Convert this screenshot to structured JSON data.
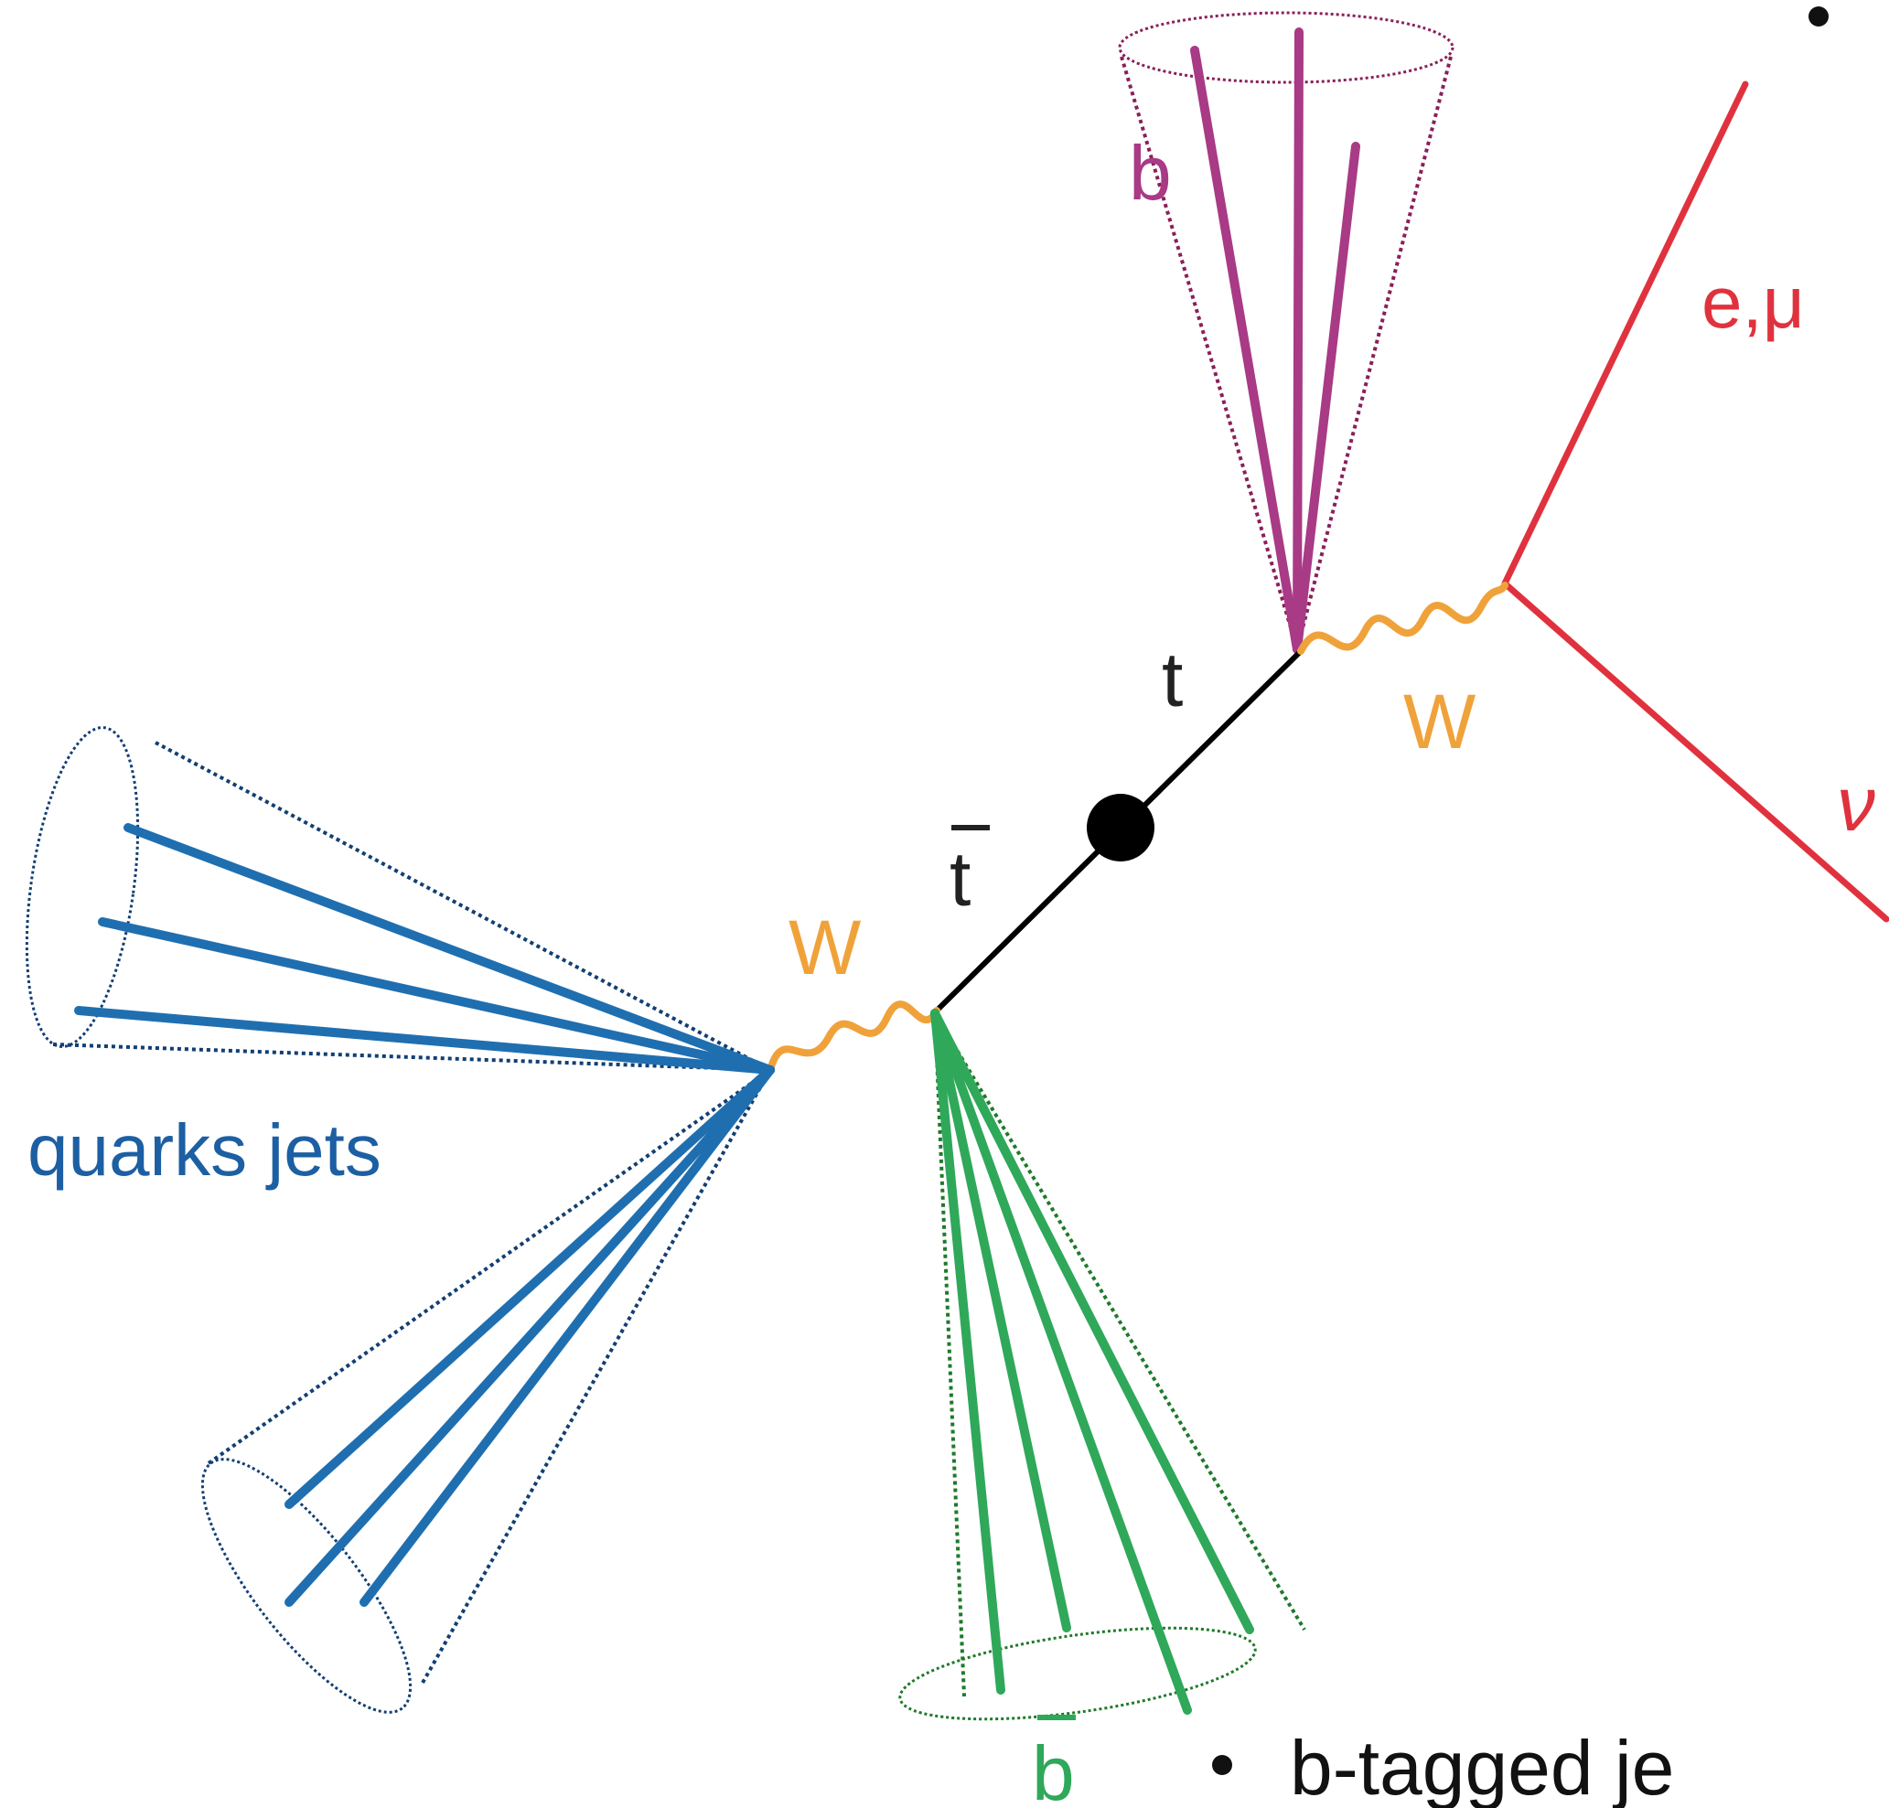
{
  "labels": {
    "b_quark": "b",
    "lepton": "e,μ",
    "top": "t",
    "w_top": "W",
    "neutrino": "ν",
    "antitop": "t",
    "w_antitop": "W",
    "quark_jets": "quarks jets",
    "anti_b": "b",
    "bullet_b_tagged": "b-tagged je"
  },
  "colors": {
    "b_jet": "#a83a86",
    "b_jet_cone": "#8a1f5a",
    "lepton": "#e0323e",
    "w_boson": "#f0a23a",
    "top_line": "#000000",
    "quark_jet": "#1f6fb0",
    "quark_jet_cone": "#123f73",
    "anti_b_jet": "#2fa85a",
    "anti_b_cone": "#1e7a2a",
    "quark_label": "#1c5fa3"
  }
}
